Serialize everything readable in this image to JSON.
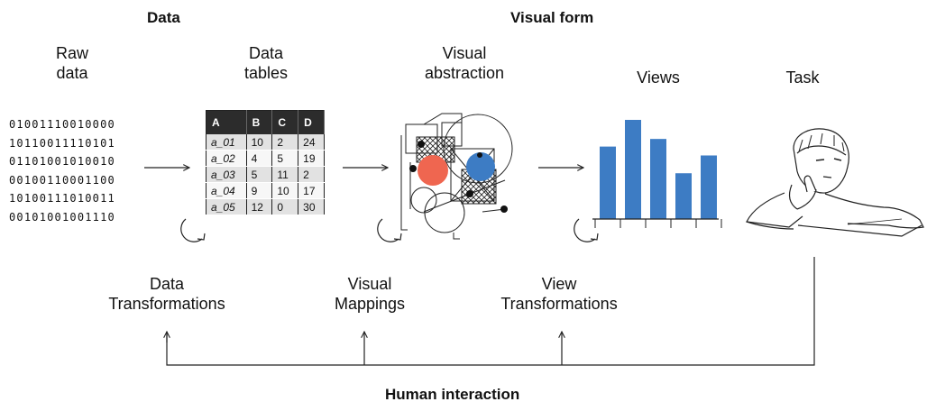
{
  "headers": {
    "data": "Data",
    "visual_form": "Visual form",
    "human_interaction": "Human interaction"
  },
  "stages": {
    "raw_data": [
      "Raw",
      "data"
    ],
    "data_tables": [
      "Data",
      "tables"
    ],
    "visual_abstraction": [
      "Visual",
      "abstraction"
    ],
    "views": "Views",
    "task": "Task"
  },
  "transformations": {
    "data": [
      "Data",
      "Transformations"
    ],
    "visual": [
      "Visual",
      "Mappings"
    ],
    "view": [
      "View",
      "Transformations"
    ]
  },
  "binary_rows": [
    "01001110010000",
    "10110011110101",
    "01101001010010",
    "00100110001100",
    "10100111010011",
    "00101001001110"
  ],
  "table": {
    "columns": [
      "A",
      "B",
      "C",
      "D"
    ],
    "rows": [
      [
        "a_01",
        "10",
        "2",
        "24"
      ],
      [
        "a_02",
        "4",
        "5",
        "19"
      ],
      [
        "a_03",
        "5",
        "11",
        "2"
      ],
      [
        "a_04",
        "9",
        "10",
        "17"
      ],
      [
        "a_05",
        "12",
        "0",
        "30"
      ]
    ]
  },
  "bar_chart_values": [
    57,
    78,
    63,
    36,
    50
  ],
  "colors": {
    "bar": "#3d7cc4",
    "red_circle": "#ef6650",
    "blue_circle": "#3d7cc4",
    "line": "#222222"
  }
}
